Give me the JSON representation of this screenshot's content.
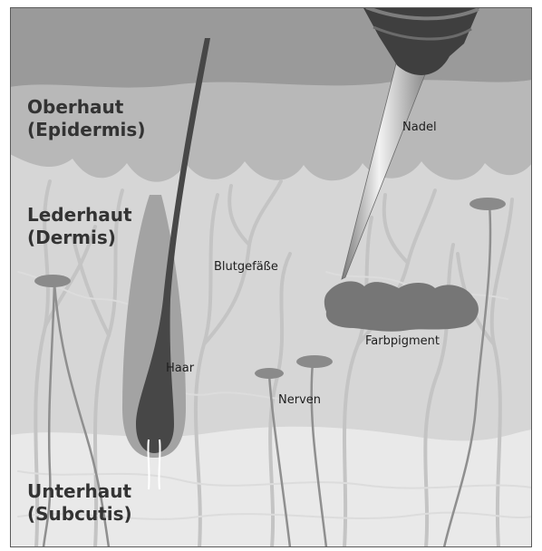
{
  "diagram": {
    "layers": {
      "epidermis": {
        "line1": "Oberhaut",
        "line2": "(Epidermis)"
      },
      "dermis": {
        "line1": "Lederhaut",
        "line2": "(Dermis)"
      },
      "subcutis": {
        "line1": "Unterhaut",
        "line2": "(Subcutis)"
      }
    },
    "labels": {
      "needle": "Nadel",
      "blood_vessels": "Blutgefäße",
      "hair": "Haar",
      "nerves": "Nerven",
      "pigment": "Farbpigment"
    }
  }
}
